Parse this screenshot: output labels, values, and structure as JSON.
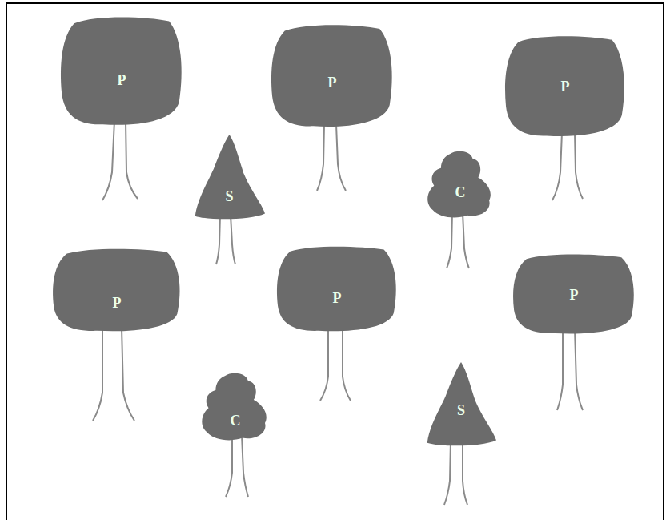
{
  "diagram": {
    "nodes": [
      {
        "text": [
          "P"
        ]
      },
      {
        "text": [
          "P"
        ]
      },
      {
        "text": [
          "P"
        ]
      },
      {
        "text": [
          "S"
        ]
      },
      {
        "text": [
          "C"
        ]
      },
      {
        "text": [
          "P"
        ]
      },
      {
        "text": [
          "P"
        ]
      },
      {
        "text": [
          "P"
        ]
      },
      {
        "text": [
          "C"
        ]
      },
      {
        "text": [
          "S"
        ]
      }
    ]
  }
}
